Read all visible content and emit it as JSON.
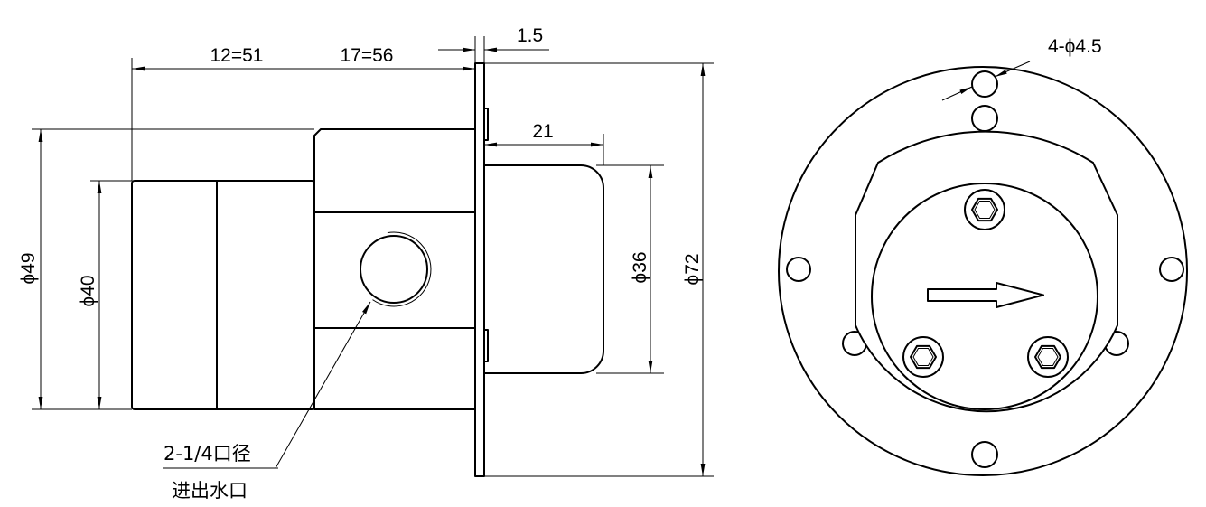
{
  "dimensions": {
    "length_a": "12=51",
    "length_b": "17=56",
    "flange_thickness": "1.5",
    "front_length": "21",
    "dia_body": "ϕ49",
    "dia_rear": "ϕ40",
    "dia_front": "ϕ36",
    "dia_flange": "ϕ72",
    "mount_holes": "4-ϕ4.5"
  },
  "callout": {
    "port_size": "2-1/4口径",
    "port_name": "进出水口"
  }
}
